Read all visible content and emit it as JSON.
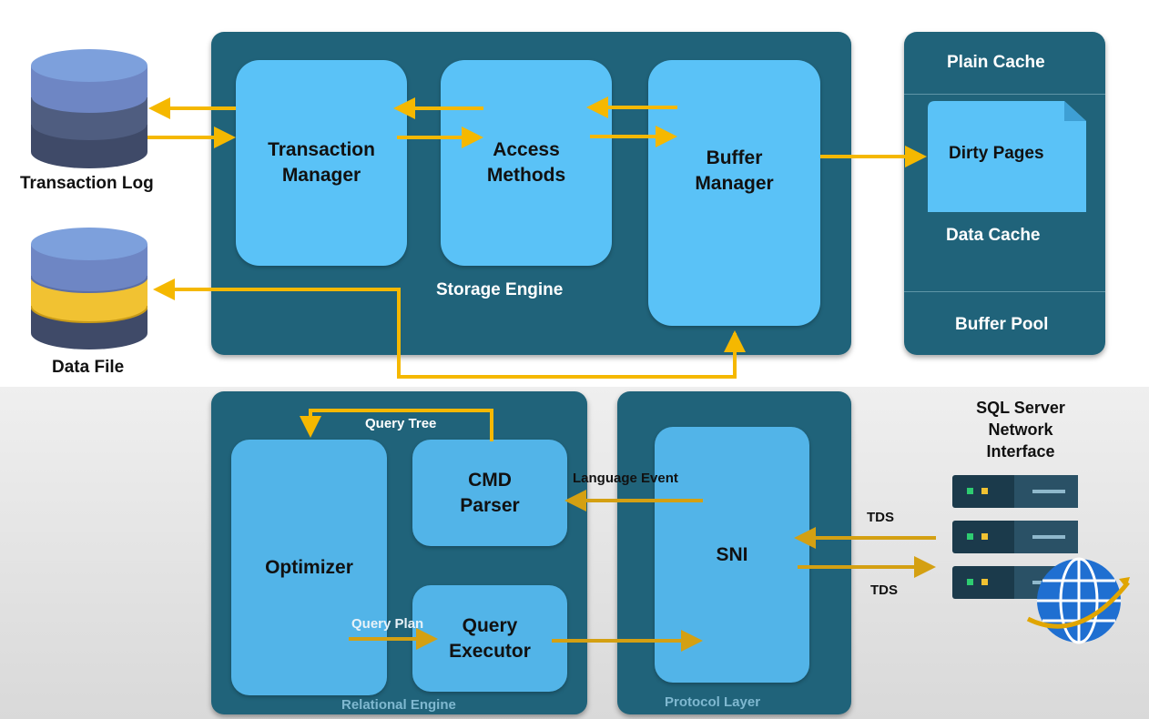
{
  "storage": {
    "transaction_manager": "Transaction\nManager",
    "access_methods": "Access\nMethods",
    "buffer_manager": "Buffer\nManager",
    "engine_label": "Storage Engine"
  },
  "buffer_pool": {
    "plain_cache": "Plain Cache",
    "dirty_pages": "Dirty Pages",
    "data_cache": "Data Cache",
    "label": "Buffer Pool"
  },
  "databases": {
    "transaction_log": "Transaction Log",
    "data_file": "Data File"
  },
  "relational": {
    "optimizer": "Optimizer",
    "cmd_parser": "CMD\nParser",
    "query_executor": "Query\nExecutor",
    "query_tree": "Query Tree",
    "query_plan": "Query Plan",
    "label": "Relational Engine"
  },
  "protocol": {
    "sni": "SNI",
    "language_event": "Language Event",
    "label": "Protocol Layer"
  },
  "network": {
    "title": "SQL Server\nNetwork\nInterface",
    "tds_in": "TDS",
    "tds_out": "TDS"
  },
  "colors": {
    "panel": "#20637a",
    "box": "#5ac2f7",
    "arrow": "#f5b800",
    "arrow_dark": "#d4a012"
  }
}
